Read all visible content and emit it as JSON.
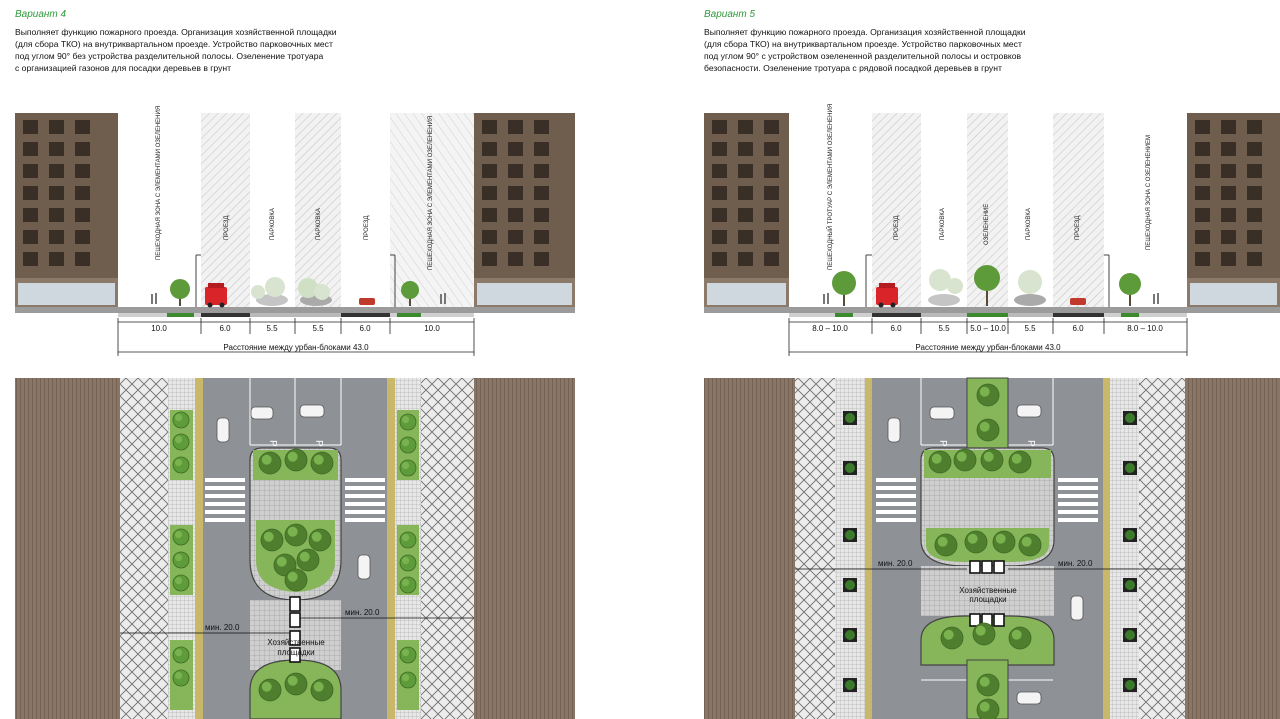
{
  "colors": {
    "building": "#6f5d4d",
    "window": "#3a2f27",
    "road": "#8e9196",
    "sidewalk": "#d8d8d8",
    "green": "#3b8a2e",
    "tree": "#5d9a3a",
    "accent_title": "#2e9a3a",
    "truck": "#d9242a"
  },
  "icons": [
    "tree-icon",
    "car-icon",
    "fire-truck-icon",
    "pedestrian-icon",
    "streetlamp-icon",
    "waste-container-icon"
  ],
  "variant4": {
    "title": "Вариант 4",
    "description": "Выполняет функцию пожарного проезда. Организация хозяйственной площадки\n(для сбора ТКО) на внутриквартальном проезде. Устройство парковочных мест\nпод углом 90° без устройства разделительной полосы. Озеленение тротуара\nс организацией газонов для посадки деревьев в грунт",
    "zones": [
      "ПЕШЕХОДНАЯ ЗОНА С ЭЛЕМЕНТАМИ ОЗЕЛЕНЕНИЯ",
      "ПРОЕЗД",
      "ПАРКОВКА",
      "ПАРКОВКА",
      "ПРОЕЗД",
      "ПЕШЕХОДНАЯ ЗОНА С ЭЛЕМЕНТАМИ ОЗЕЛЕНЕНИЯ"
    ],
    "widths": [
      "10.0",
      "6.0",
      "5.5",
      "5.5",
      "6.0",
      "10.0"
    ],
    "total": "Расстояние между урбан-блоками 43.0",
    "min_left": "мин. 20.0",
    "min_right": "мин. 20.0",
    "site_label": "Хозяйственные\nплощадки",
    "parking_marks": [
      "P",
      "P"
    ]
  },
  "variant5": {
    "title": "Вариант 5",
    "description": "Выполняет функцию пожарного проезда. Организация хозяйственной площадки\n(для сбора ТКО) на внутриквартальном проезде. Устройство парковочных мест\nпод углом 90° с устройством озелененной разделительной полосы и островков\nбезопасности. Озеленение тротуара с рядовой посадкой деревьев в грунт",
    "zones": [
      "ПЕШЕХОДНЫЙ ТРОТУАР С ЭЛЕМЕНТАМИ ОЗЕЛЕНЕНИЯ",
      "ПРОЕЗД",
      "ПАРКОВКА",
      "ОЗЕЛЕНЕНИЕ",
      "ПАРКОВКА",
      "ПРОЕЗД",
      "ПЕШЕХОДНАЯ ЗОНА С ОЗЕЛЕНЕНИЕМ"
    ],
    "widths": [
      "8.0 – 10.0",
      "6.0",
      "5.5",
      "5.0 – 10.0",
      "5.5",
      "6.0",
      "8.0 – 10.0"
    ],
    "total": "Расстояние между урбан-блоками 43.0",
    "min_left": "мин. 20.0",
    "min_right": "мин. 20.0",
    "site_label": "Хозяйственные\nплощадки",
    "parking_marks": [
      "P",
      "P"
    ]
  }
}
